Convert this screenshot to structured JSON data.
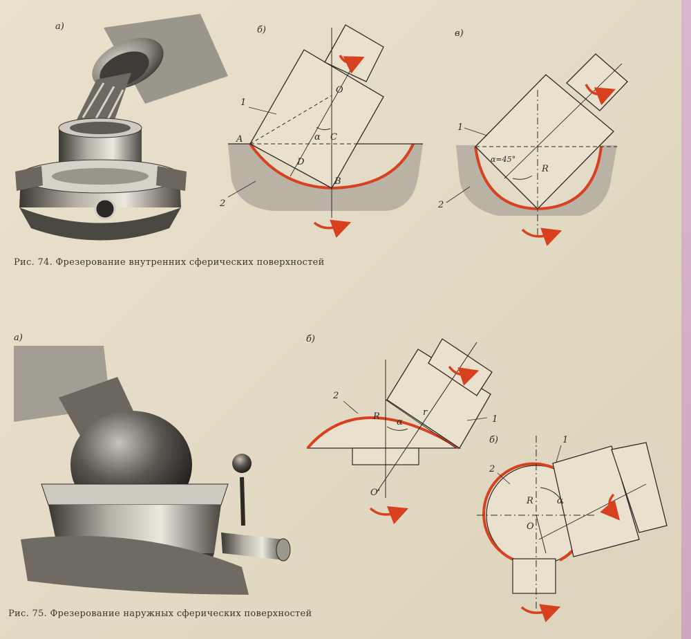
{
  "figure74": {
    "caption": "Рис. 74. Фрезерование внутренних сферических поверхностей",
    "panels": [
      "а)",
      "б)",
      "в)"
    ],
    "labels": {
      "one": "1",
      "two": "2",
      "O": "O",
      "A": "A",
      "B": "B",
      "C": "C",
      "D": "D",
      "alpha": "α",
      "alpha45": "α=45°",
      "R": "R"
    }
  },
  "figure75": {
    "caption": "Рис. 75. Фрезерование наружных сферических поверхностей",
    "panels": [
      "а)",
      "б)",
      "б)"
    ],
    "labels": {
      "one": "1",
      "two": "2",
      "R": "R",
      "r": "r",
      "alpha": "α",
      "O": "O",
      "Oprime": "O'"
    }
  },
  "colors": {
    "red": "#d8411f",
    "section": "#b9b3a6",
    "ink": "#2d2a25"
  }
}
